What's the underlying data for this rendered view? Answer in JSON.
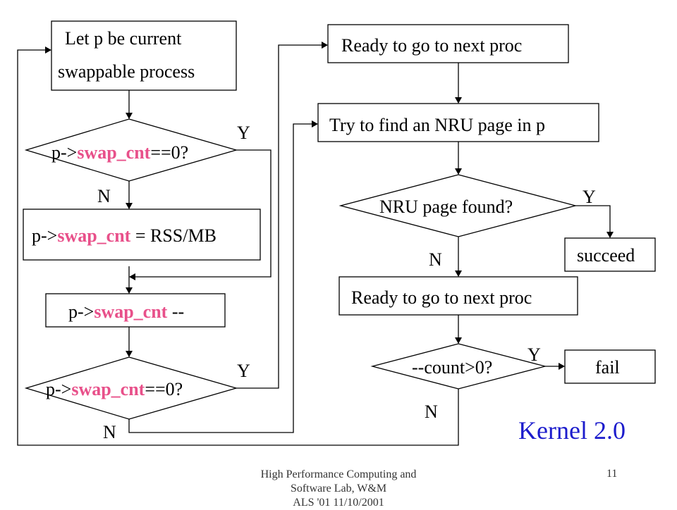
{
  "nodes": {
    "let_p": [
      "Let p be current",
      "swappable process"
    ],
    "cond1": {
      "pre": "p->",
      "field": "swap_cnt",
      "post": "==0?"
    },
    "assign": {
      "pre": "p->",
      "field": "swap_cnt",
      "post": " = RSS/MB"
    },
    "decr": {
      "pre": "p->",
      "field": "swap_cnt",
      "post": " --"
    },
    "cond2": {
      "pre": "p->",
      "field": "swap_cnt",
      "post": "==0?"
    },
    "ready1": "Ready to go to next proc",
    "try_find": "Try to find an NRU page in p",
    "nru_found": "NRU page found?",
    "succeed": "succeed",
    "ready2": "Ready to go to next proc",
    "count": "--count>0?",
    "fail": "fail"
  },
  "labels": {
    "y1": "Y",
    "n1": "N",
    "y2": "Y",
    "n2": "N",
    "y3": "Y",
    "n3": "N",
    "y4": "Y",
    "n4": "N"
  },
  "kernel": "Kernel 2.0",
  "footer": {
    "lines": [
      "High Performance Computing and",
      "Software Lab, W&M",
      "ALS '01    11/10/2001"
    ],
    "page": "11"
  },
  "colors": {
    "highlight": "#e8508a",
    "kernel": "#1c1ccc"
  }
}
